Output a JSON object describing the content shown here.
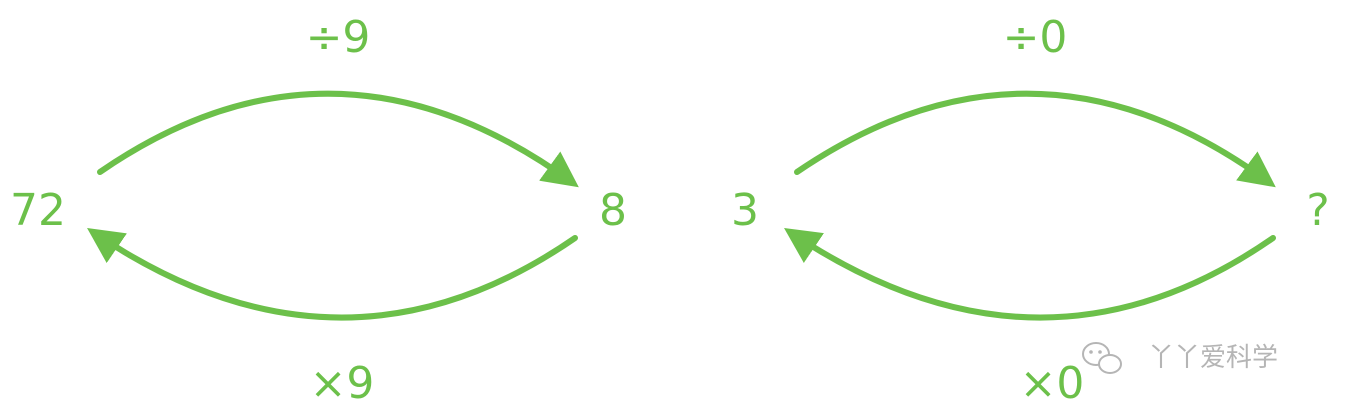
{
  "colors": {
    "accent": "#6cc04a",
    "watermark": "#b5b5b5"
  },
  "diagram_left": {
    "start": "72",
    "end": "8",
    "top_op": "÷9",
    "bottom_op": "×9"
  },
  "diagram_right": {
    "start": "3",
    "end": "?",
    "top_op": "÷0",
    "bottom_op": "×0"
  },
  "watermark": {
    "icon": "wechat-icon",
    "text": "丫丫爱科学"
  }
}
